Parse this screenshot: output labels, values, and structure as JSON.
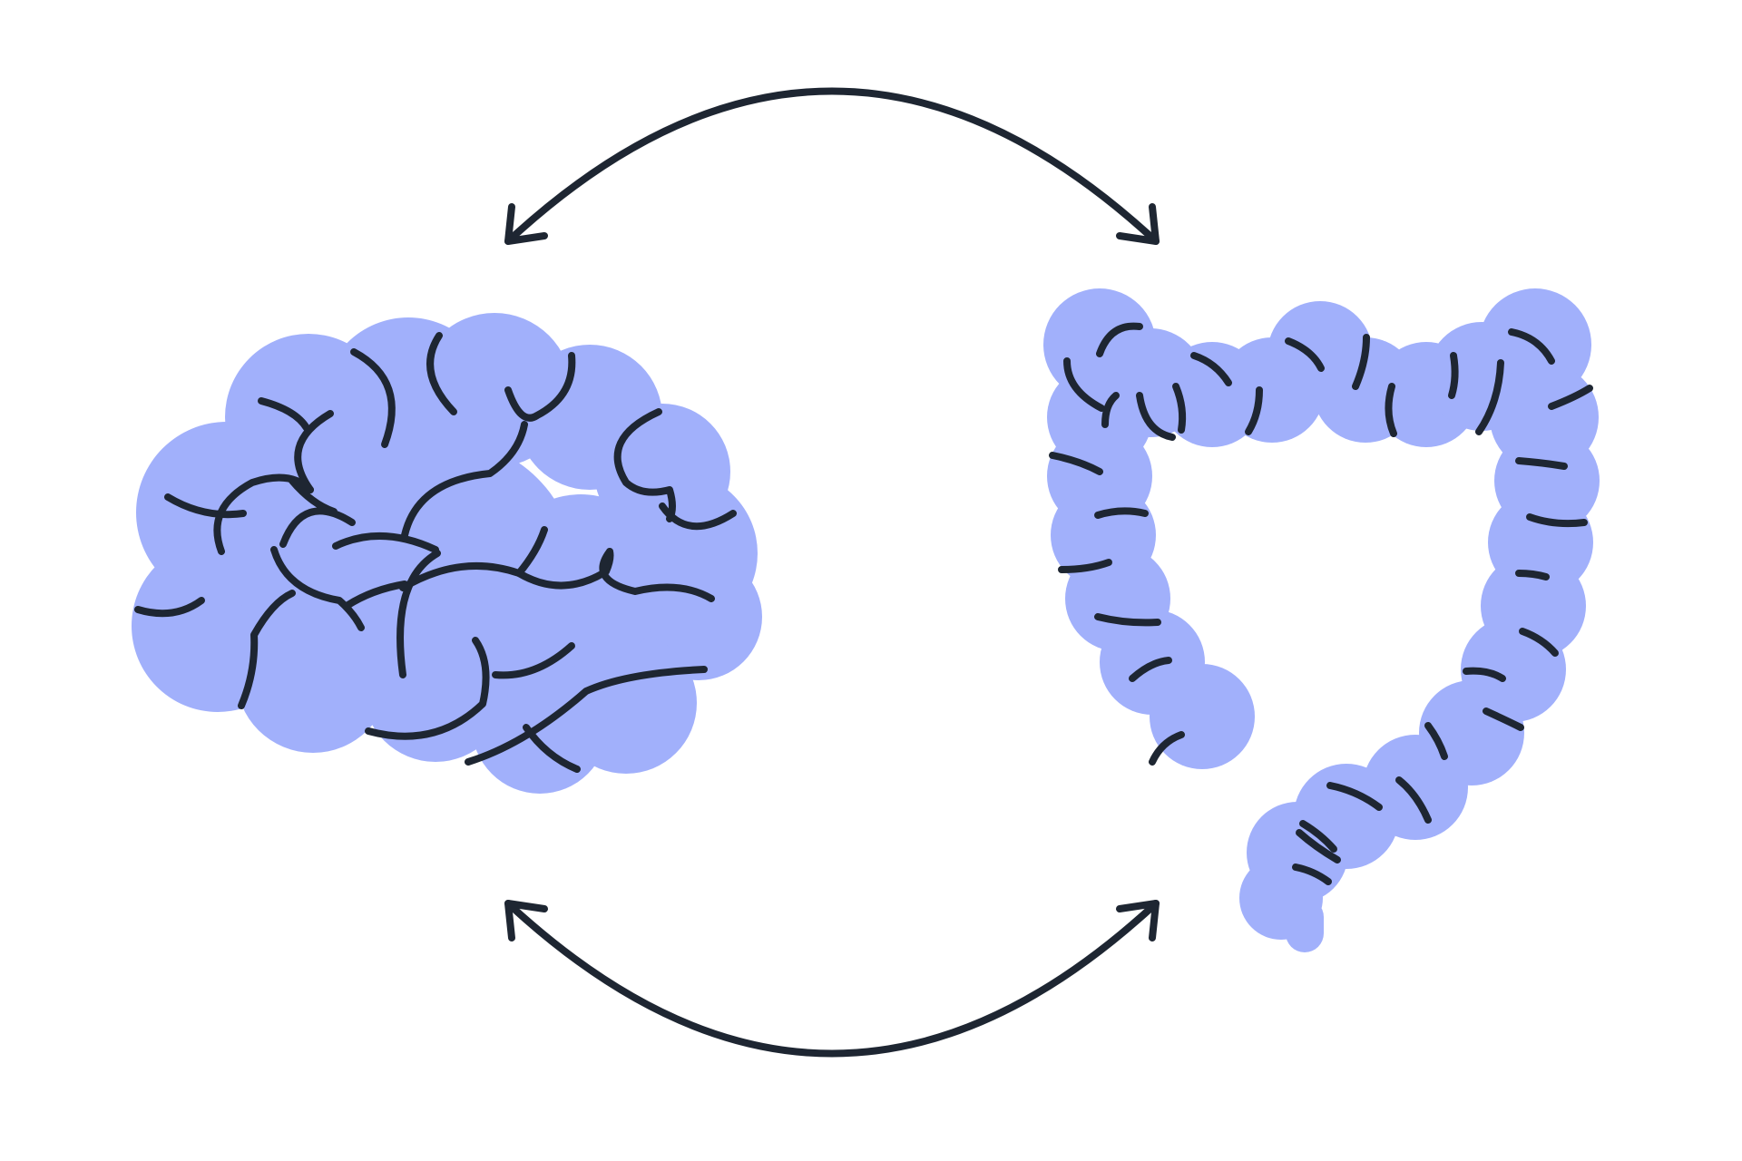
{
  "diagram": {
    "nodes": [
      {
        "id": "brain",
        "icon": "brain-icon"
      },
      {
        "id": "colon",
        "icon": "colon-icon"
      }
    ],
    "connections": [
      {
        "from": "brain",
        "to": "colon",
        "icon": "curved-double-arrow-icon",
        "arrowheads": "both"
      },
      {
        "from": "colon",
        "to": "brain",
        "icon": "curved-double-arrow-icon",
        "arrowheads": "both"
      }
    ]
  },
  "colors": {
    "background": "#ffffff",
    "organ_fill": "#a1b0fb",
    "stroke": "#1e2632"
  }
}
